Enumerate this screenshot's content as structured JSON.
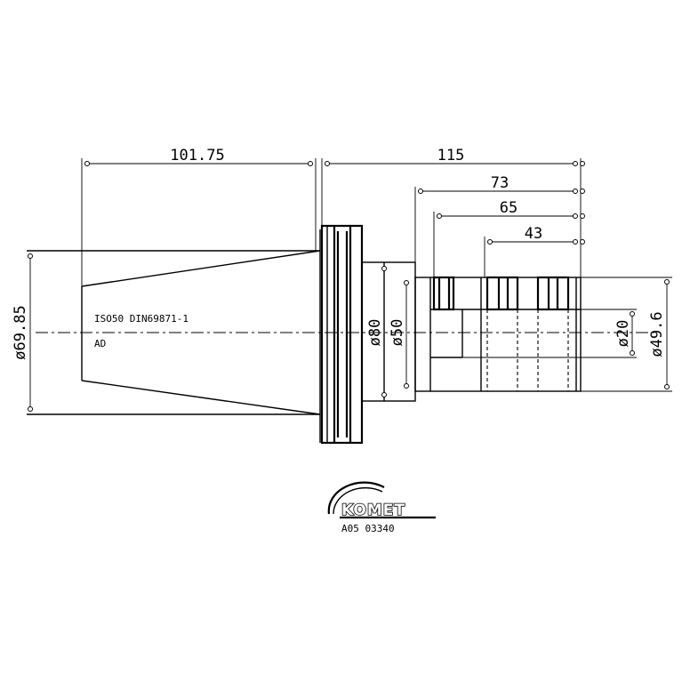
{
  "dimensions": {
    "len_101_75": "101.75",
    "len_115": "115",
    "len_73": "73",
    "len_65": "65",
    "len_43": "43",
    "dia_69_85": "ø69.85",
    "dia_80": "ø80",
    "dia_50": "ø50",
    "dia_20": "ø20",
    "dia_49_6": "ø49.6"
  },
  "annotations": {
    "standard": "ISO50 DIN69871-1",
    "form": "AD"
  },
  "logo": {
    "brand": "KOMET",
    "part_number": "A05 03340"
  }
}
